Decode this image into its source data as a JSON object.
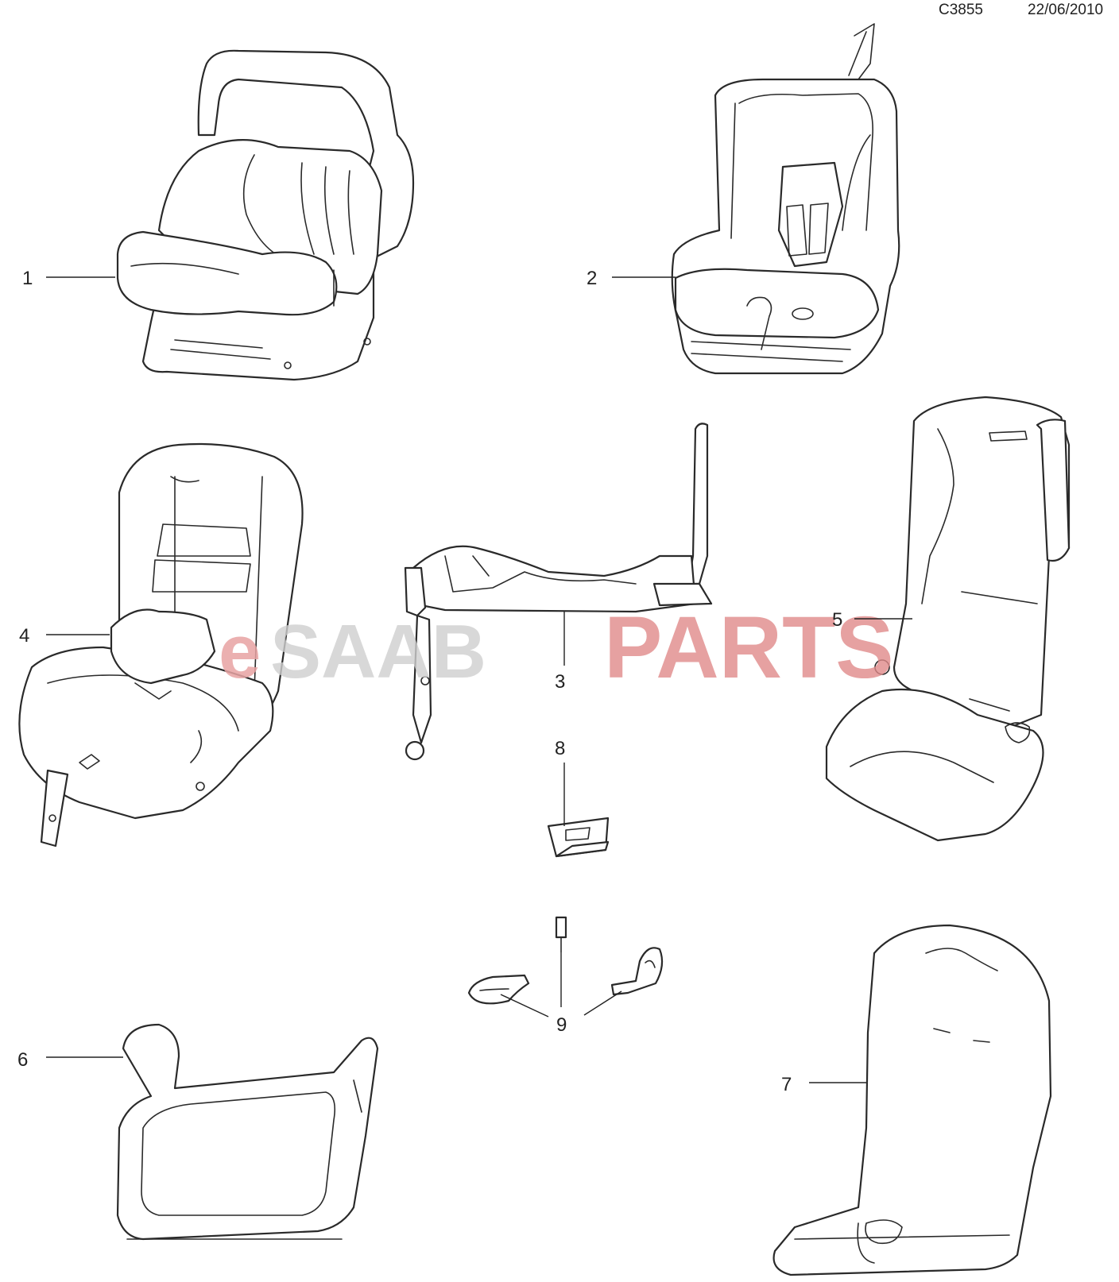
{
  "header": {
    "code": "C3855",
    "date": "22/06/2010"
  },
  "watermark": {
    "prefix": "e",
    "middle": "SAAB",
    "suffix": "PARTS",
    "colors": {
      "red": "#e08a8a",
      "grey": "#cfcfcf"
    }
  },
  "callouts": [
    {
      "id": "1",
      "label": "1"
    },
    {
      "id": "2",
      "label": "2"
    },
    {
      "id": "3",
      "label": "3"
    },
    {
      "id": "4",
      "label": "4"
    },
    {
      "id": "5",
      "label": "5"
    },
    {
      "id": "6",
      "label": "6"
    },
    {
      "id": "7",
      "label": "7"
    },
    {
      "id": "8",
      "label": "8"
    },
    {
      "id": "9",
      "label": "9"
    }
  ]
}
